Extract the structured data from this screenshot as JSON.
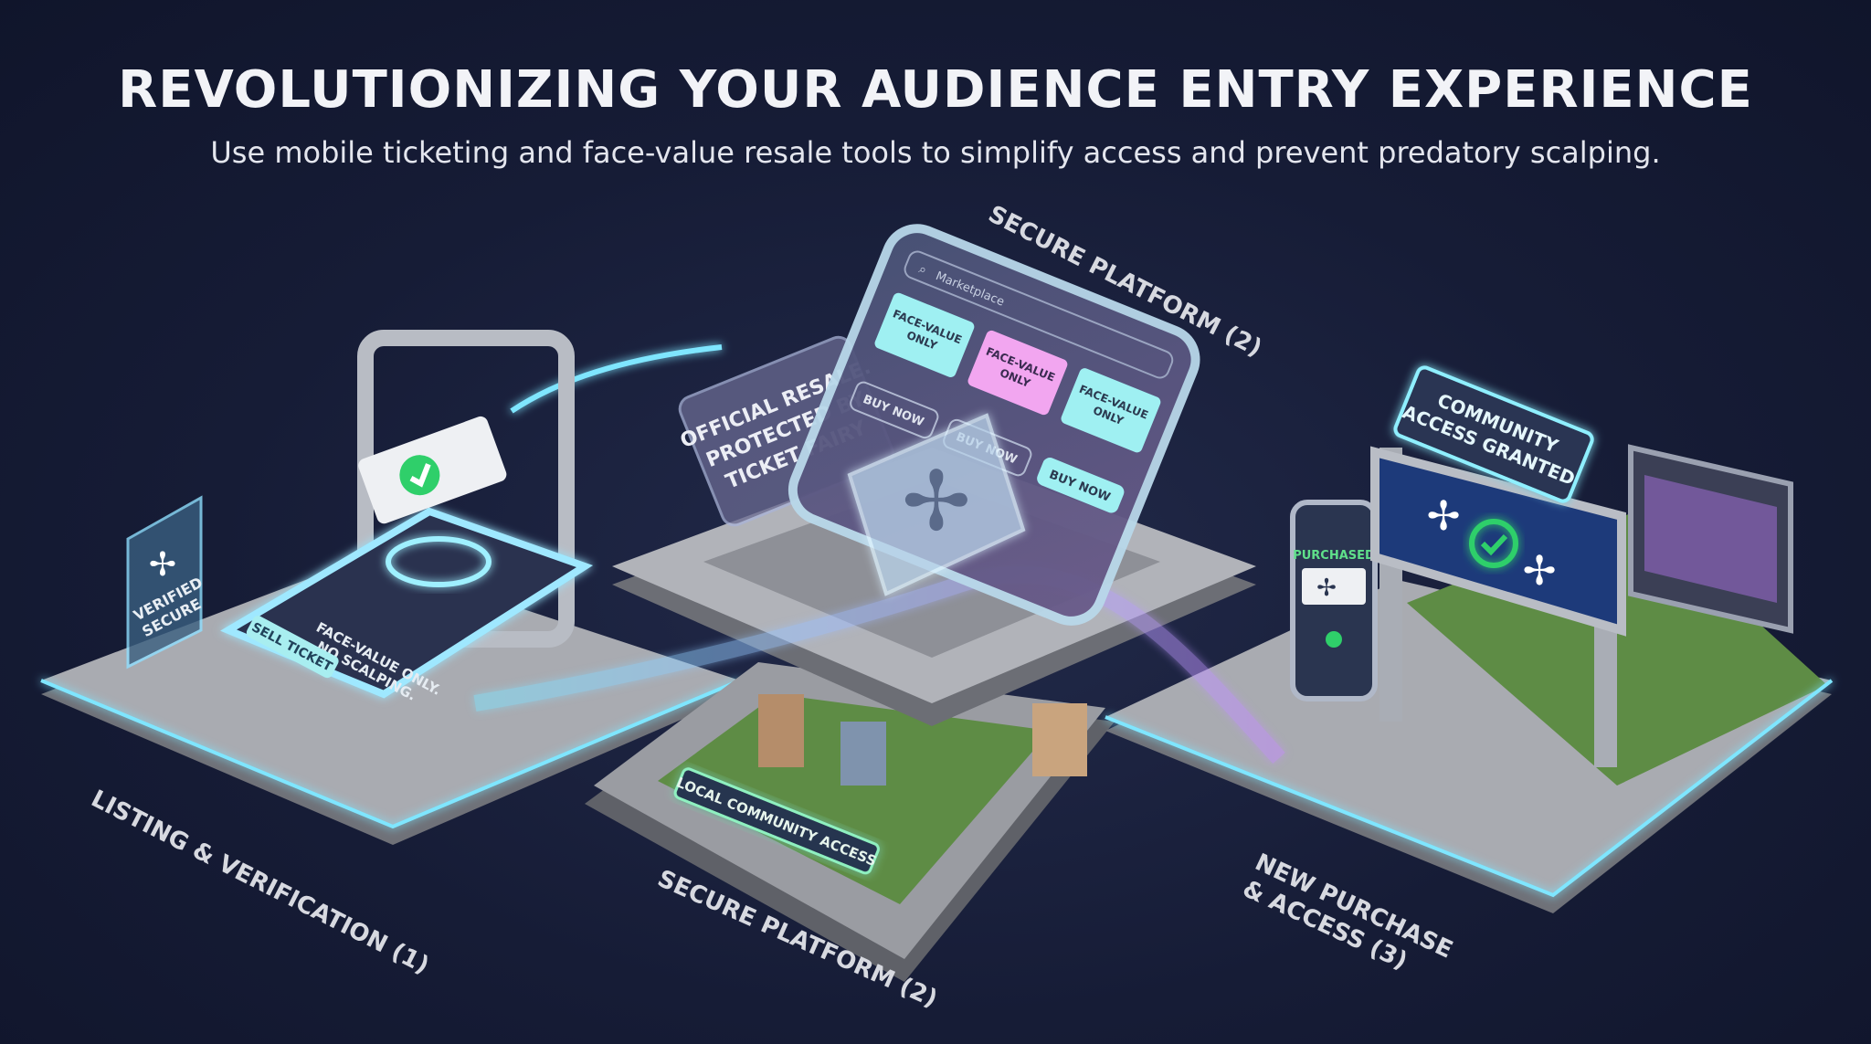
{
  "header": {
    "title": "REVOLUTIONIZING YOUR AUDIENCE ENTRY EXPERIENCE",
    "subtitle": "Use mobile ticketing and face-value resale tools to simplify access and prevent predatory scalping."
  },
  "stages": {
    "listing": {
      "label": "LISTING & VERIFICATION (1)",
      "sign": [
        "VERIFIED",
        "SECURE"
      ],
      "phone_notice": [
        "FACE-VALUE ONLY.",
        "NO SCALPING."
      ],
      "phone_button": "SELL TICKET"
    },
    "platform": {
      "label_top": "SECURE PLATFORM (2)",
      "label_bottom": "SECURE PLATFORM (2)",
      "resale_panel": [
        "OFFICIAL RESALE.",
        "PROTECTED BY",
        "TICKET FAIRY"
      ],
      "search_placeholder": "Marketplace",
      "tickets": [
        {
          "label": [
            "FACE-VALUE",
            "ONLY"
          ],
          "color": "#9ff0f2"
        },
        {
          "label": [
            "FACE-VALUE",
            "ONLY"
          ],
          "color": "#f2a6f0"
        },
        {
          "label": [
            "FACE-VALUE",
            "ONLY"
          ],
          "color": "#9ff0f2"
        }
      ],
      "buy_label": "BUY NOW",
      "community_sign": "LOCAL COMMUNITY ACCESS"
    },
    "access": {
      "label": [
        "NEW PURCHASE",
        "& ACCESS (3)"
      ],
      "phone_status": "PURCHASED",
      "gate_sign": [
        "COMMUNITY",
        "ACCESS GRANTED"
      ]
    }
  },
  "colors": {
    "background": "#161c36",
    "glow_cyan": "#7fe6ff",
    "glow_purple": "#c58cff",
    "check_green": "#2fcf6a",
    "platform_gray": "#8b8d93"
  }
}
